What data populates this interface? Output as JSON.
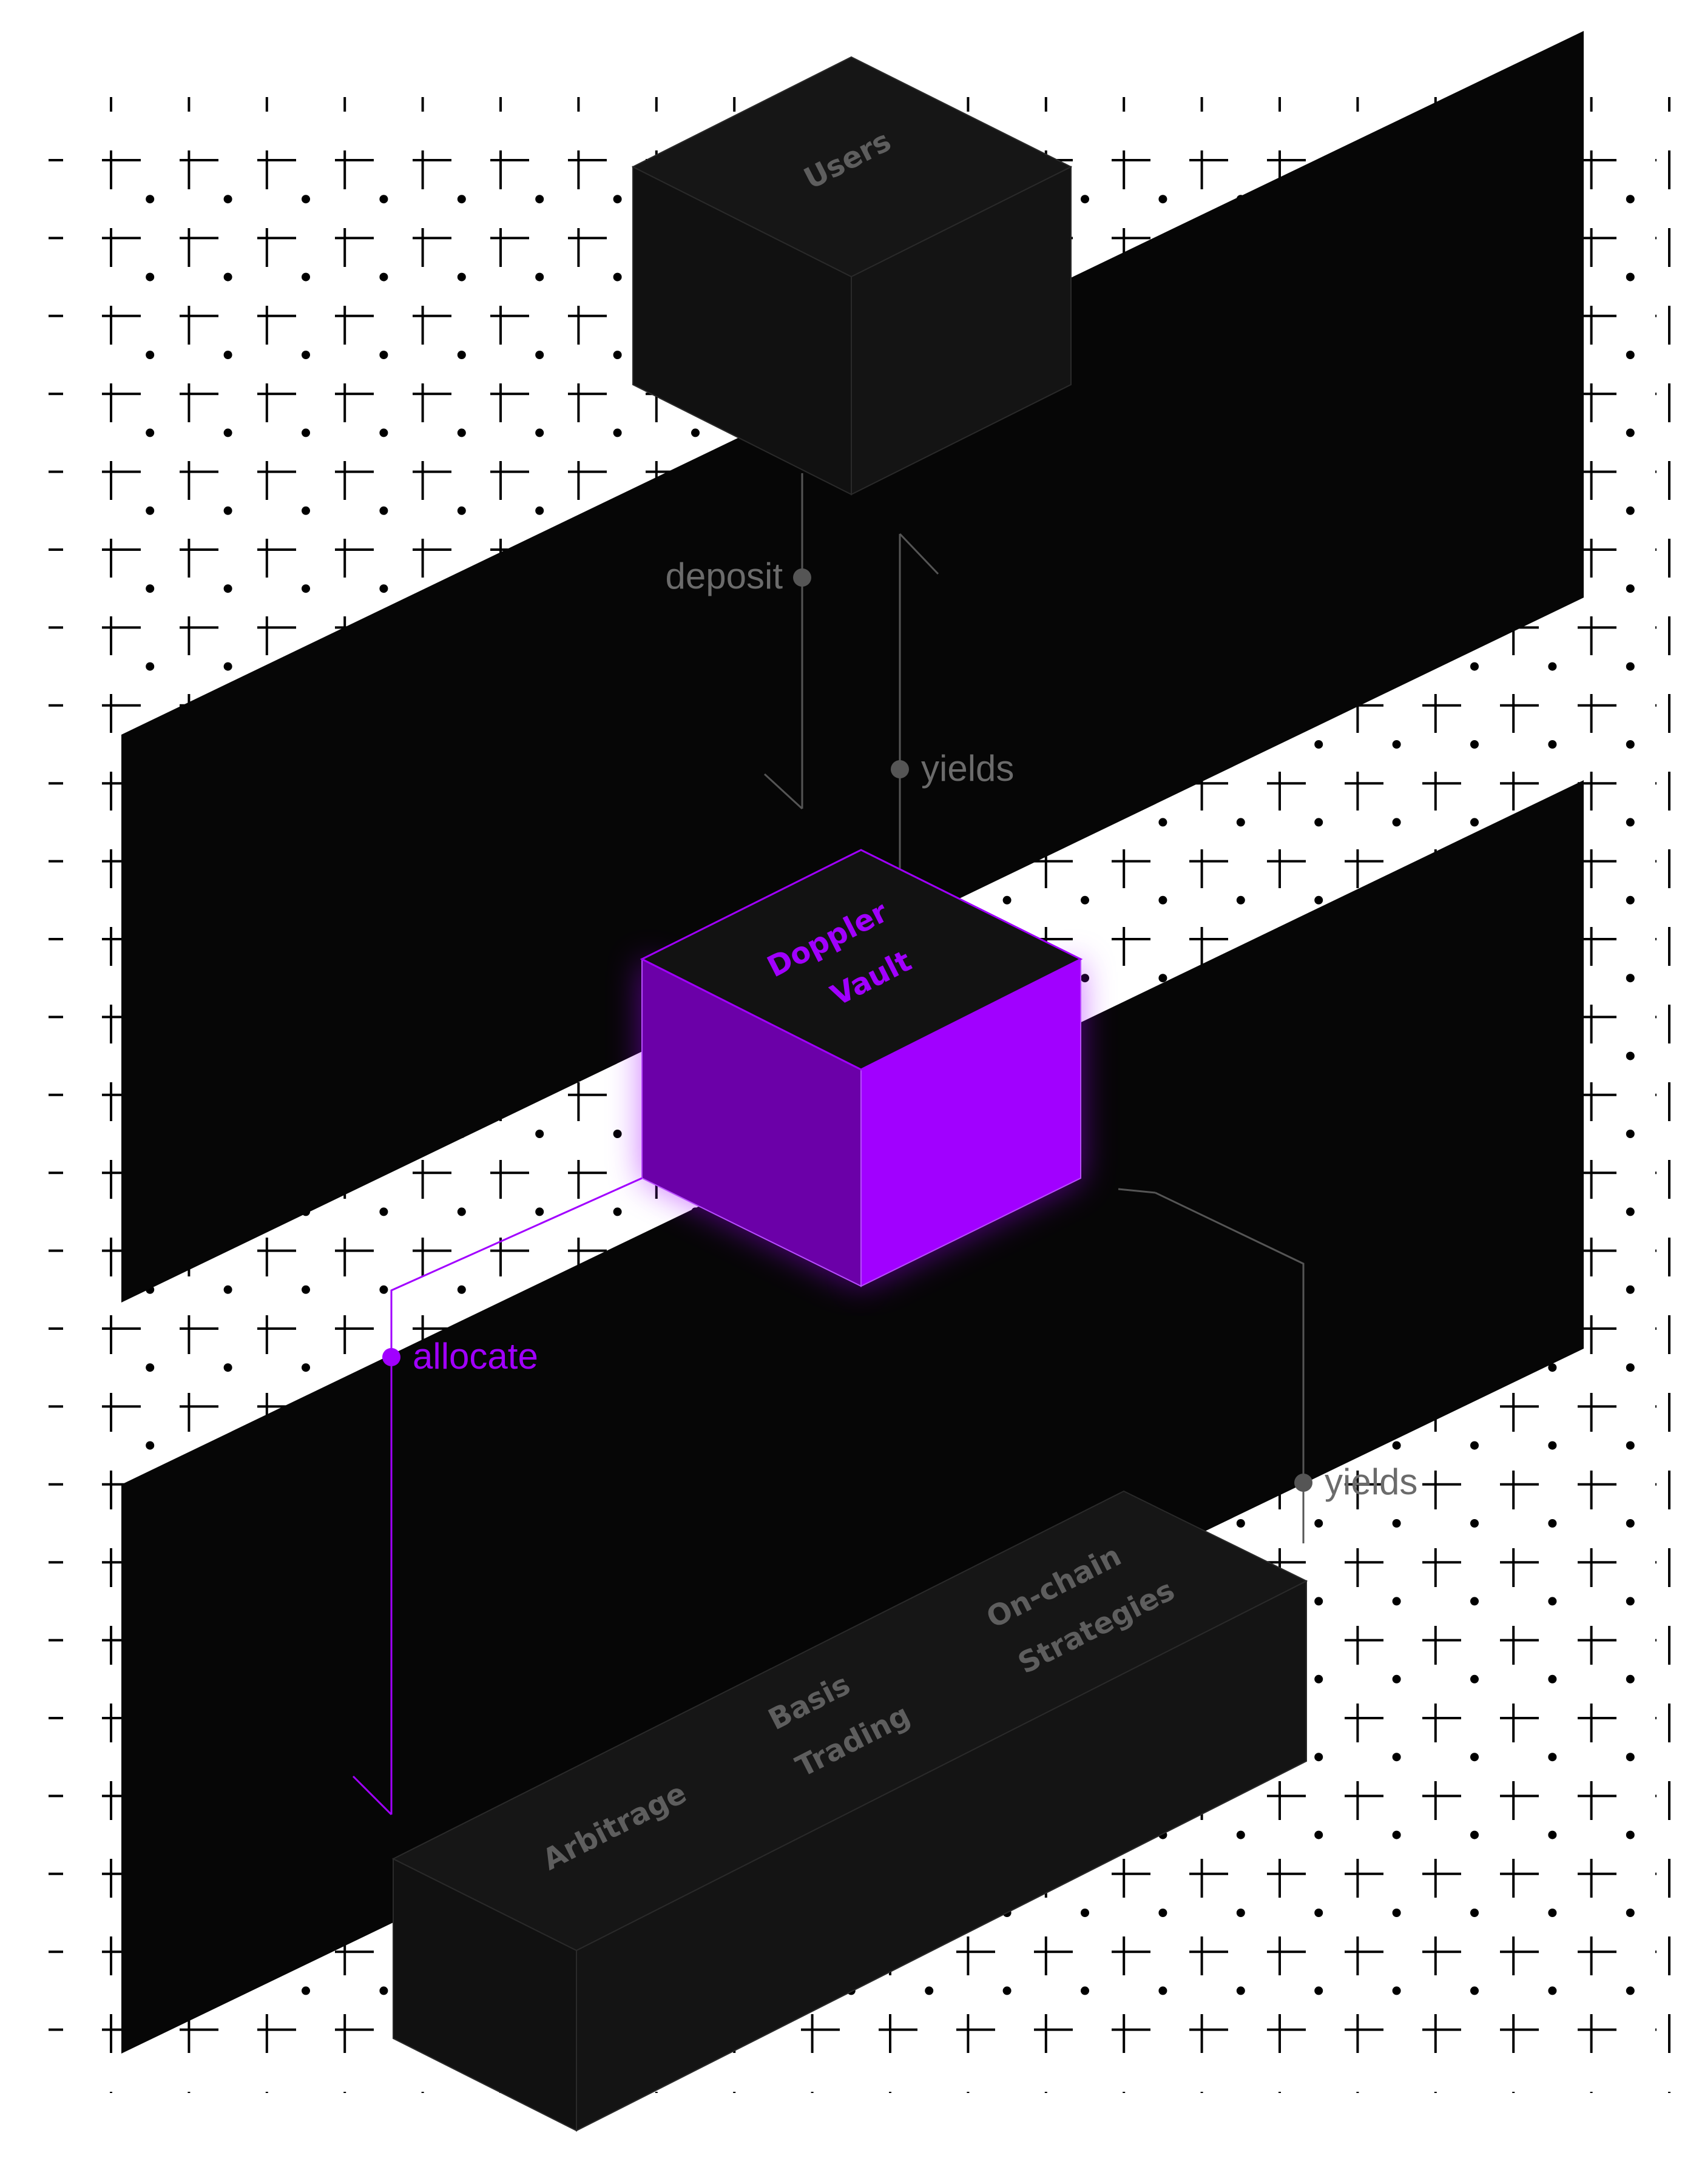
{
  "nodes": {
    "users": "Users",
    "vault_line1": "Doppler",
    "vault_line2": "Vault",
    "arbitrage": "Arbitrage",
    "basis_line1": "Basis",
    "basis_line2": "Trading",
    "onchain_line1": "On-chain",
    "onchain_line2": "Strategies"
  },
  "edges": {
    "deposit": "deposit",
    "yields_top": "yields",
    "allocate": "allocate",
    "yields_bottom": "yields"
  },
  "colors": {
    "accent": "#a100ff",
    "box_face": "#121212",
    "slab": "#060606",
    "edge_gray": "#555555",
    "label_gray": "#6b6b6b",
    "box_text": "#5e5e5e"
  }
}
